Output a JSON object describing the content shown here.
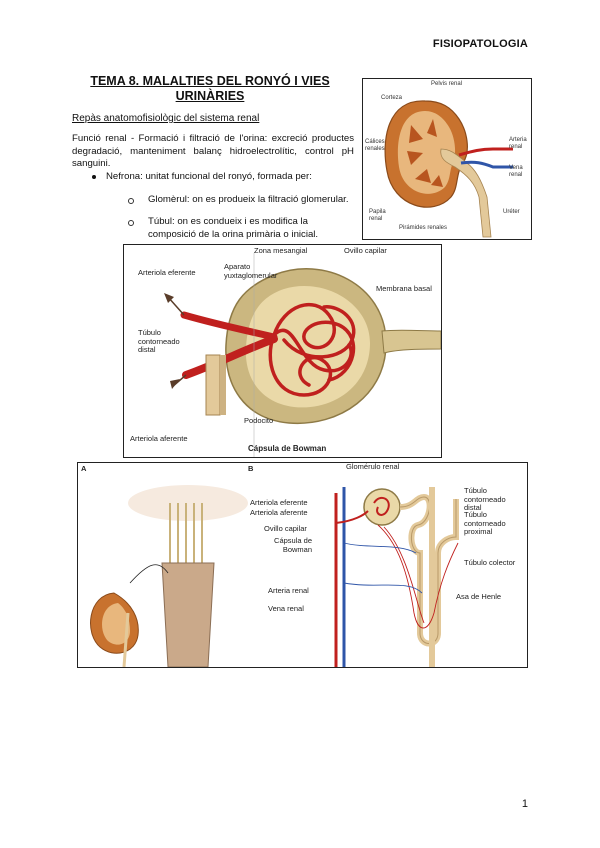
{
  "header": {
    "course": "FISIOPATOLOGIA"
  },
  "title": {
    "line1": "TEMA 8. MALALTIES DEL RONYÓ I VIES",
    "line2": "URINÀRIES"
  },
  "section": {
    "subtitle": "Repàs anatomofisiològic del sistema renal"
  },
  "body": {
    "paragraph": "Funció renal - Formació i filtració de l'orina: excreció productes degradació, manteniment balanç hidroelectrolític, control pH sanguini.",
    "bullet": "Nefrona: unitat funcional del ronyó, formada per:",
    "sub1": "Glomèrul: on es produeix la filtració glomerular.",
    "sub2": "Túbul: on es condueix i es modifica la composició de la orina primària o inicial."
  },
  "kidney_figure": {
    "labels": {
      "pelvis": "Pelvis renal",
      "corteza": "Corteza",
      "calices": "Cálices renales",
      "arteria": "Arteria renal",
      "vena": "Vena renal",
      "uretero": "Uréter",
      "papila": "Papila renal",
      "piramides": "Pirámides renales"
    }
  },
  "glomerulus_figure": {
    "labels": {
      "zona": "Zona mesangial",
      "ovillo": "Ovillo capilar",
      "aparato": "Aparato yuxtaglomerular",
      "eferente": "Arteriola eferente",
      "membrana": "Membrana basal",
      "tubulo": "Túbulo contorneado distal",
      "aferente": "Arteriola aferente",
      "podocito": "Podocito"
    },
    "caption": "Cápsula de Bowman"
  },
  "nephron_figure": {
    "panel_a": "A",
    "panel_b": "B",
    "labels": {
      "glomerulo": "Glomérulo renal",
      "eferente": "Arteriola eferente",
      "aferente": "Arteriola aferente",
      "ovillo": "Ovillo capilar",
      "capsula": "Cápsula de Bowman",
      "arteria": "Arteria renal",
      "vena": "Vena renal",
      "tcd": "Túbulo contorneado distal",
      "tcp": "Túbulo contorneado proximal",
      "colector": "Túbulo colector",
      "henle": "Asa de Henle"
    }
  },
  "footer": {
    "page": "1"
  },
  "colors": {
    "artery": "#c0201e",
    "vein": "#2f55a8",
    "capsule": "#c9b27a",
    "tubule": "#e3c99a"
  }
}
